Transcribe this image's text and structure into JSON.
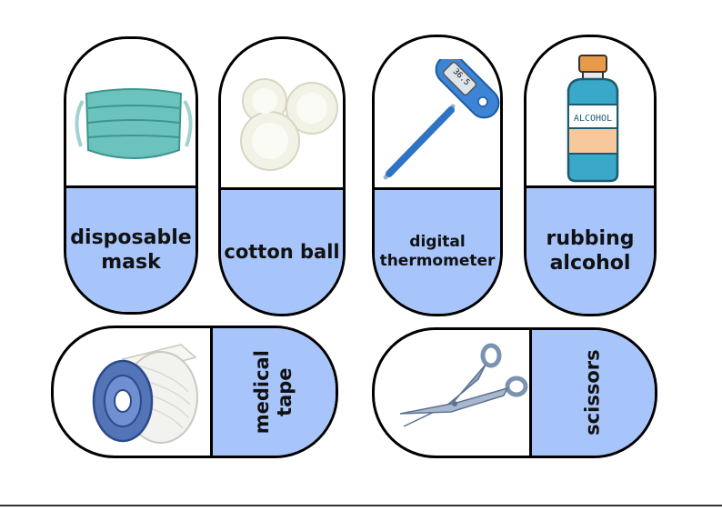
{
  "cards": {
    "mask": {
      "label": "disposable\nmask"
    },
    "cotton": {
      "label": "cotton ball"
    },
    "thermometer": {
      "label": "digital\nthermometer",
      "display": "36.5"
    },
    "alcohol": {
      "label": "rubbing\nalcohol",
      "bottle_text": "ALCOHOL"
    },
    "tape": {
      "label": "medical\ntape"
    },
    "scissors": {
      "label": "scissors"
    }
  },
  "colors": {
    "label_fill": "#a7c4fb",
    "outline": "#000000"
  },
  "icons": [
    "mask-icon",
    "cotton-ball-icon",
    "thermometer-icon",
    "alcohol-bottle-icon",
    "tape-roll-icon",
    "scissors-icon"
  ]
}
